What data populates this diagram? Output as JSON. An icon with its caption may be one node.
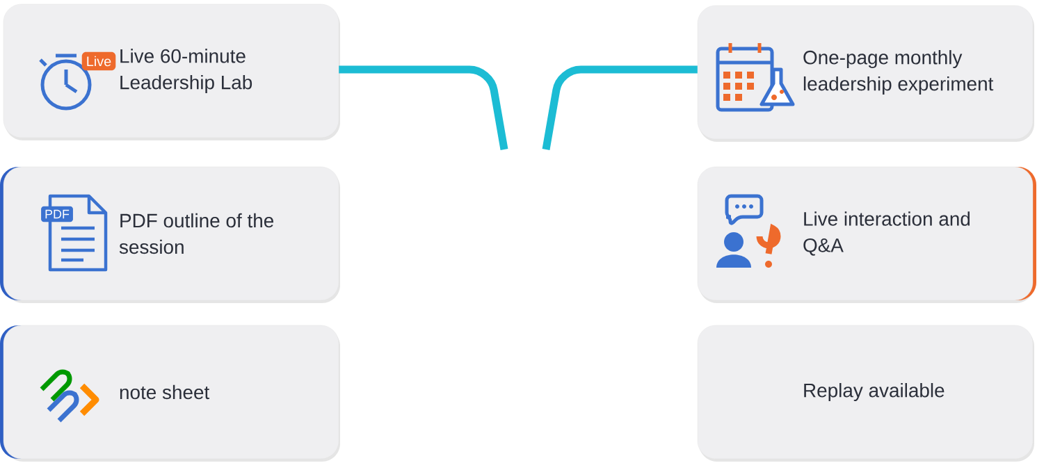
{
  "diagram": {
    "nodes": [
      {
        "text": [
          "Live 60-minute Leadership Lab"
        ]
      },
      {
        "text": [
          "One-page monthly leadership experiment"
        ]
      },
      {
        "text": [
          "PDF outline of the session"
        ]
      },
      {
        "text": [
          "Live interaction and Q&A"
        ]
      },
      {
        "text": [
          "note sheet"
        ]
      },
      {
        "text": [
          "Replay available"
        ]
      }
    ],
    "edges": [
      {
        "from": 0,
        "to": null,
        "arrow": "none"
      },
      {
        "from": 1,
        "to": null,
        "arrow": "none"
      }
    ],
    "labels": [
      "Live",
      "PDF"
    ]
  }
}
